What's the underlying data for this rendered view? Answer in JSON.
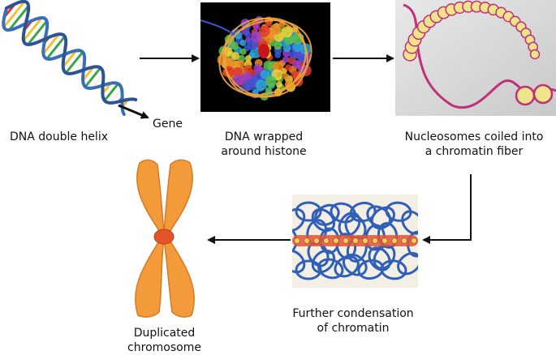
{
  "steps": {
    "dna_helix": {
      "label": "DNA double helix"
    },
    "gene": {
      "label": "Gene"
    },
    "histone": {
      "label_line1": "DNA wrapped",
      "label_line2": "around histone"
    },
    "nucleosomes": {
      "label_line1": "Nucleosomes coiled into",
      "label_line2": "a chromatin fiber"
    },
    "condensation": {
      "label_line1": "Further condensation",
      "label_line2": "of chromatin"
    },
    "chromosome": {
      "label_line1": "Duplicated",
      "label_line2": "chromosome"
    }
  },
  "colors": {
    "helix_backbone": "#3a6fb5",
    "helix_rungs": [
      "#d8342b",
      "#f2c230",
      "#3aa34a",
      "#f2f2f2"
    ],
    "histone_bg": "#000000",
    "fiber_coil": "#c0307a",
    "nucleosome_bead": "#f0e48a",
    "chromatin_loops": "#2f5fb8",
    "chromatin_core": "#e0553a",
    "chromosome": "#f39a3a",
    "centromere": "#e2552a",
    "arrow": "#111111"
  }
}
